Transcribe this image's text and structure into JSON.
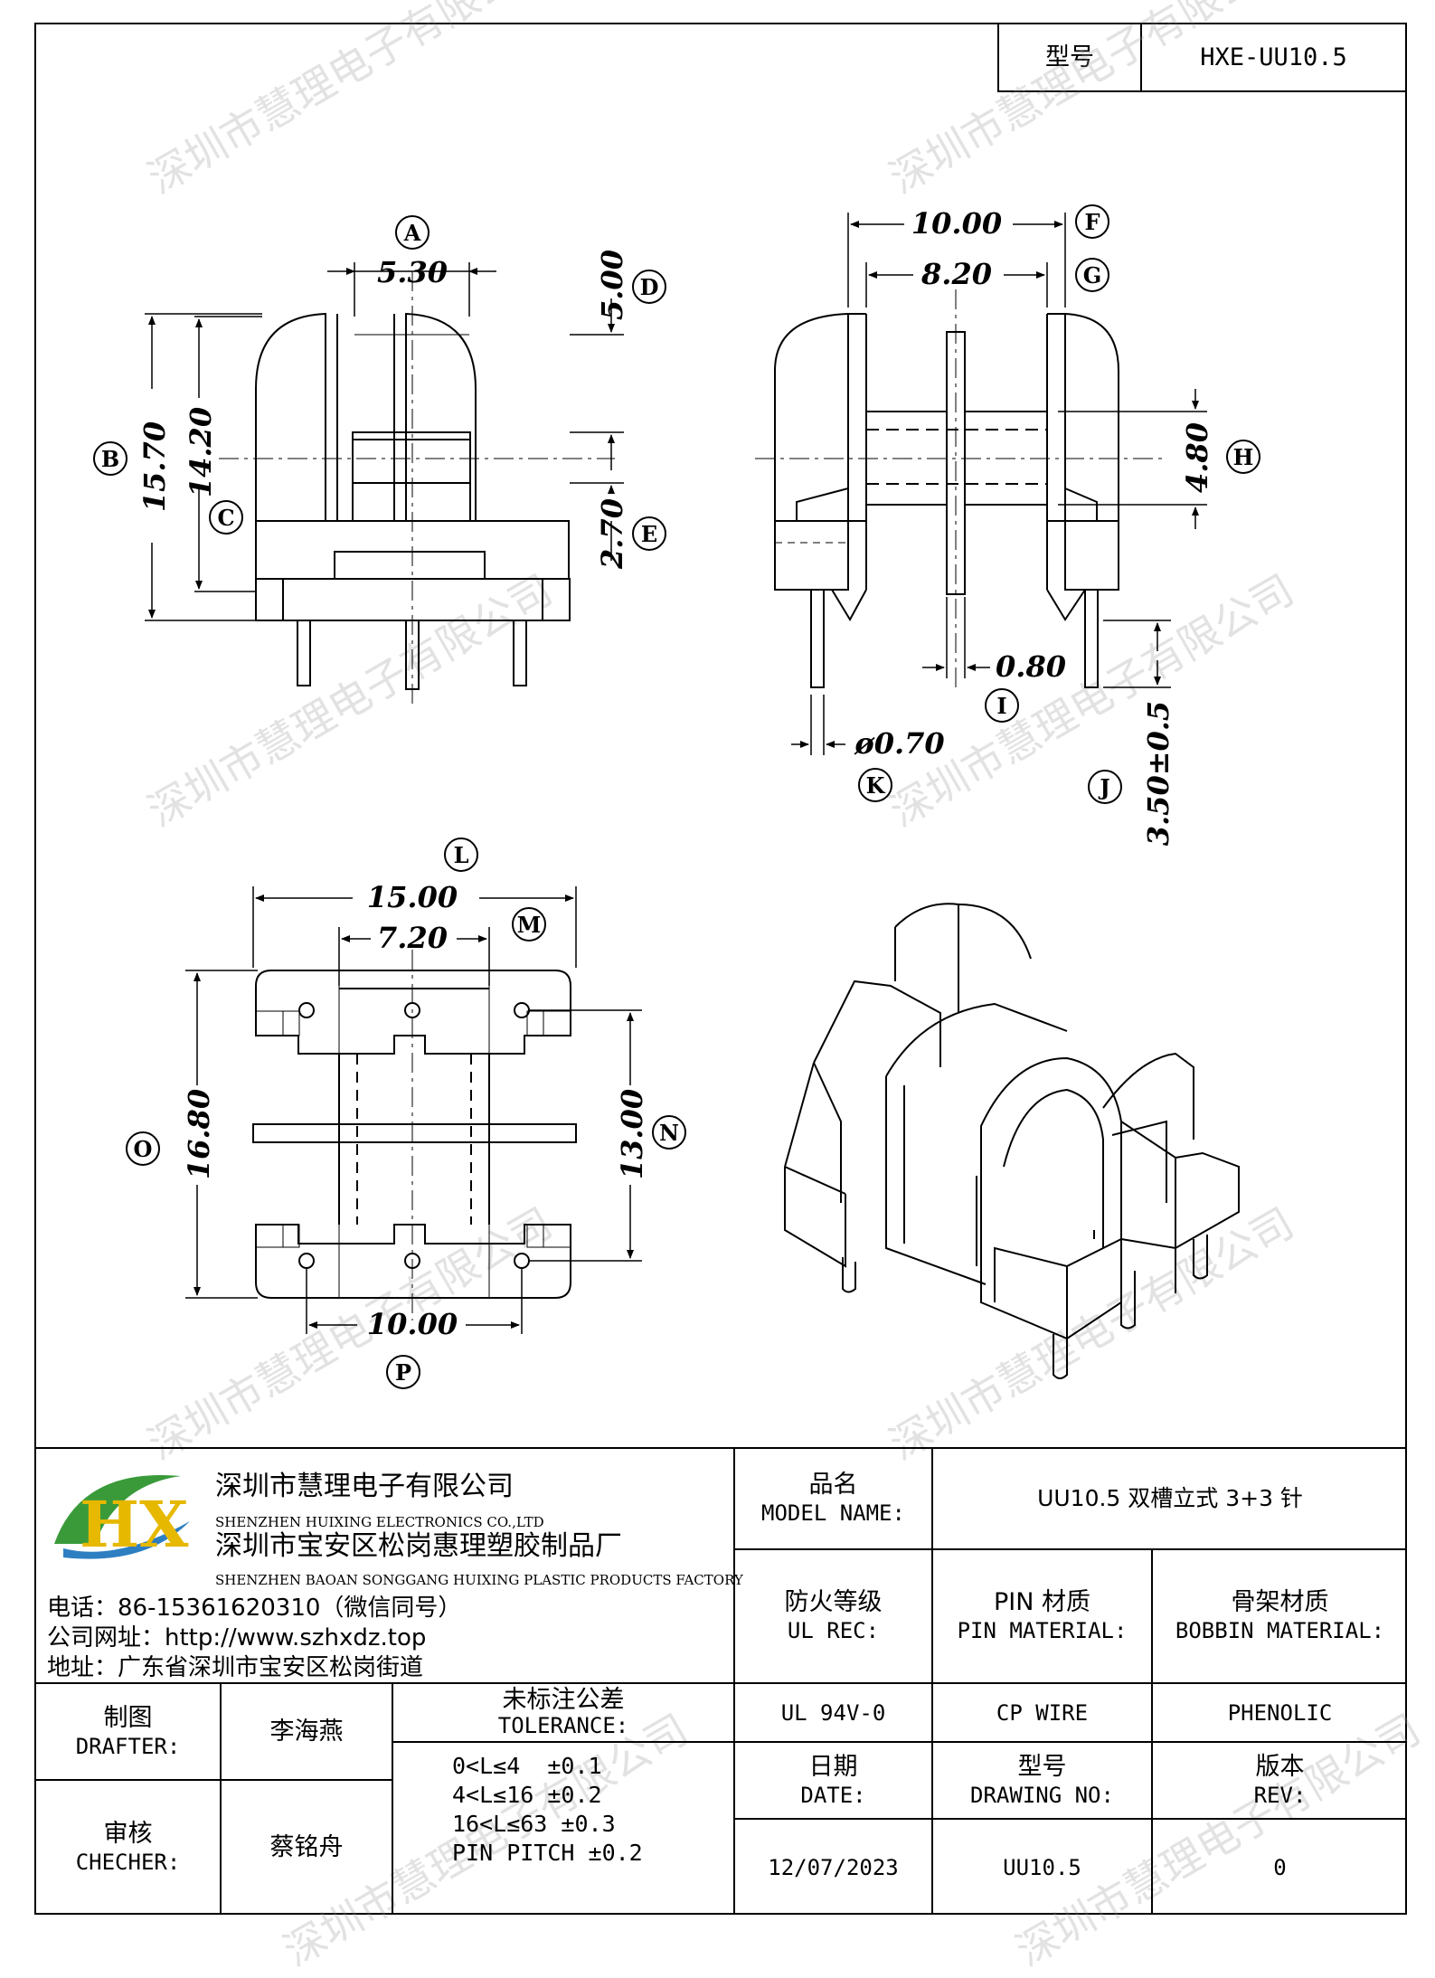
{
  "header": {
    "model_label": "型号",
    "model_value": "HXE-UU10.5"
  },
  "watermark": "深圳市慧理电子有限公司",
  "dims": {
    "A": "A",
    "B": "B",
    "C": "C",
    "D": "D",
    "E": "E",
    "F": "F",
    "G": "G",
    "H": "H",
    "I": "I",
    "J": "J",
    "K": "K",
    "L": "L",
    "M": "M",
    "N": "N",
    "O": "O",
    "P": "P",
    "d530": "5.30",
    "d500": "5.00",
    "d1570": "15.70",
    "d1420": "14.20",
    "d270": "2.70",
    "d1000a": "10.00",
    "d820": "8.20",
    "d480": "4.80",
    "d080": "0.80",
    "d070": "ø0.70",
    "d350": "3.50±0.5",
    "d1500": "15.00",
    "d720": "7.20",
    "d1680": "16.80",
    "d1300": "13.00",
    "d1000b": "10.00"
  },
  "company": {
    "logo_letters": "HX",
    "name_cn": "深圳市慧理电子有限公司",
    "name_en": "SHENZHEN HUIXING ELECTRONICS CO.,LTD",
    "factory_cn": "深圳市宝安区松岗惠理塑胶制品厂",
    "factory_en": "SHENZHEN BAOAN SONGGANG HUIXING PLASTIC PRODUCTS FACTORY",
    "phone": "电话：86-15361620310（微信同号）",
    "website": "公司网址：http://www.szhxdz.top",
    "address": "地址：广东省深圳市宝安区松岗街道"
  },
  "table": {
    "model_name_cn": "品名",
    "model_name_en": "MODEL NAME:",
    "model_name_value": "UU10.5 双槽立式 3+3 针",
    "ul_cn": "防火等级",
    "ul_en": "UL REC:",
    "pin_cn": "PIN 材质",
    "pin_en": "PIN MATERIAL:",
    "bobbin_cn": "骨架材质",
    "bobbin_en": "BOBBIN MATERIAL:",
    "ul_value": "UL 94V-0",
    "pin_value": "CP WIRE",
    "bobbin_value": "PHENOLIC",
    "drafter_cn": "制图",
    "drafter_en": "DRAFTER:",
    "drafter_name": "李海燕",
    "checker_cn": "审核",
    "checker_en": "CHECHER:",
    "checker_name": "蔡铭舟",
    "tol_cn": "未标注公差",
    "tol_en": "TOLERANCE:",
    "tol_1": "0<L≤4  ±0.1",
    "tol_2": "4<L≤16 ±0.2",
    "tol_3": "16<L≤63 ±0.3",
    "tol_4": "PIN PITCH ±0.2",
    "date_cn": "日期",
    "date_en": "DATE:",
    "date_value": "12/07/2023",
    "drawing_cn": "型号",
    "drawing_en": "DRAWING NO:",
    "drawing_value": "UU10.5",
    "rev_cn": "版本",
    "rev_en": "REV:",
    "rev_value": "0"
  }
}
